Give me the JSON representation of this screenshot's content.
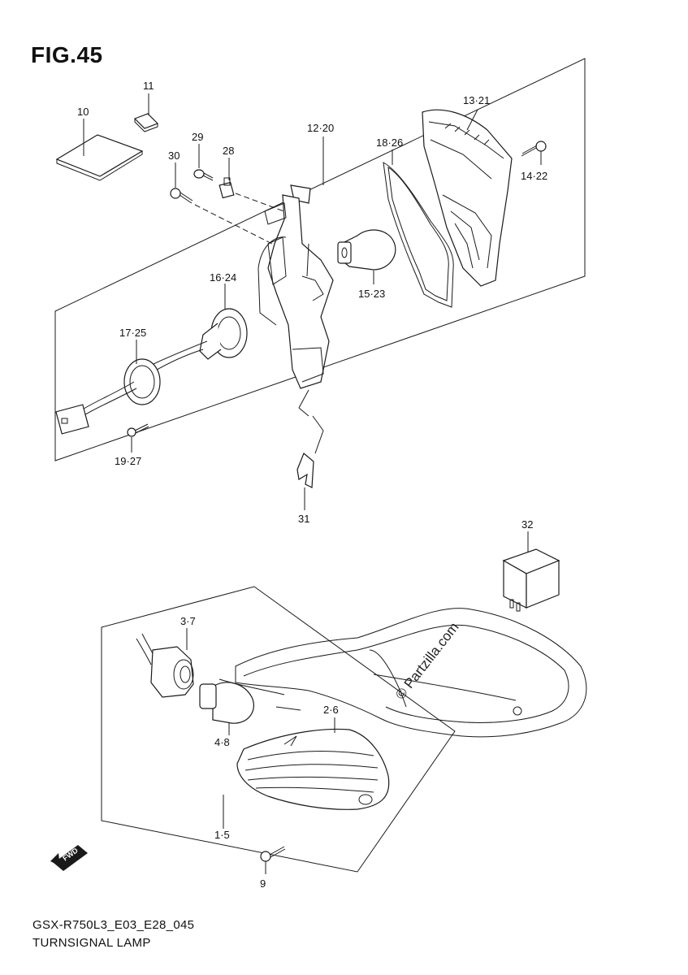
{
  "figure": {
    "title": "FIG.45",
    "model_code": "GSX-R750L3_E03_E28_045",
    "name": "TURNSIGNAL LAMP"
  },
  "watermark": "© Partzilla.com",
  "fwd_label": "FWD",
  "callouts": {
    "c10": "10",
    "c11": "11",
    "c29": "29",
    "c28": "28",
    "c30": "30",
    "c12_20": "12·20",
    "c18_26": "18·26",
    "c13_21": "13·21",
    "c14_22": "14·22",
    "c16_24": "16·24",
    "c15_23": "15·23",
    "c17_25": "17·25",
    "c19_27": "19·27",
    "c31": "31",
    "c32": "32",
    "c3_7": "3·7",
    "c2_6": "2·6",
    "c4_8": "4·8",
    "c1_5": "1·5",
    "c9": "9"
  }
}
